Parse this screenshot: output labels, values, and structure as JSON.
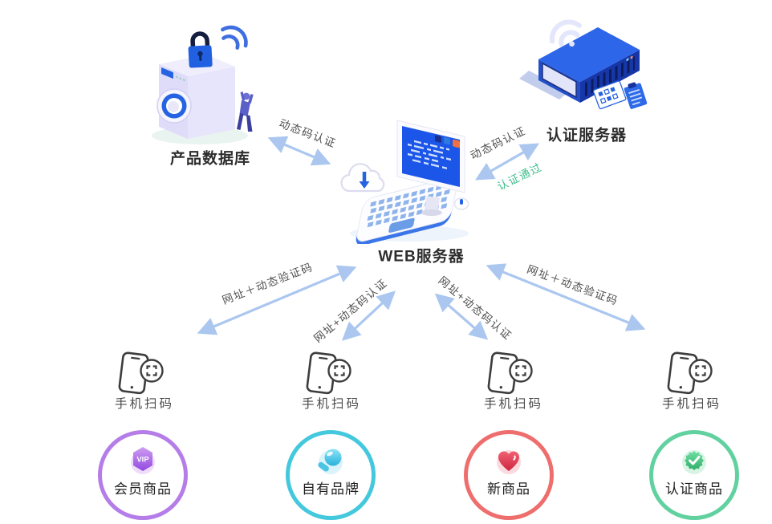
{
  "canvas": {
    "bg": "#ffffff"
  },
  "nodes": {
    "database": {
      "label": "产品数据库"
    },
    "auth_server": {
      "label": "认证服务器"
    },
    "web_server": {
      "label": "WEB服务器"
    }
  },
  "links": {
    "db_web": {
      "label": "动态码认证"
    },
    "web_auth": {
      "label": "动态码认证",
      "result": "认证通过",
      "result_color": "#3fbd8d"
    },
    "web_phone_1": {
      "label": "网址＋动态验证码"
    },
    "web_phone_2": {
      "label": "网址+动态码认证"
    },
    "web_phone_3": {
      "label": "网址+动态码认证"
    },
    "web_phone_4": {
      "label": "网址＋动态验证码"
    }
  },
  "phones": [
    {
      "label": "手机扫码"
    },
    {
      "label": "手机扫码"
    },
    {
      "label": "手机扫码"
    },
    {
      "label": "手机扫码"
    }
  ],
  "products": [
    {
      "label": "会员商品",
      "badge_text": "VIP",
      "icon": "vip-badge",
      "ring_color": "#b57de8"
    },
    {
      "label": "自有品牌",
      "icon": "magnifier",
      "ring_color": "#43c8dd"
    },
    {
      "label": "新商品",
      "icon": "heart",
      "ring_color": "#ee6e6e"
    },
    {
      "label": "认证商品",
      "icon": "check-badge",
      "ring_color": "#62d1a0"
    }
  ],
  "colors": {
    "arrow": "#abc7f0",
    "link_label_text": "#4f4f4f",
    "node_label_text": "#2d2d2d",
    "success_text": "#3fbd8d",
    "primary_blue": "#2563e3",
    "server_blue": "#2b66ea",
    "ring_purple": "#b57de8",
    "ring_cyan": "#43c8dd",
    "ring_red": "#ee6e6e",
    "ring_green": "#62d1a0"
  }
}
